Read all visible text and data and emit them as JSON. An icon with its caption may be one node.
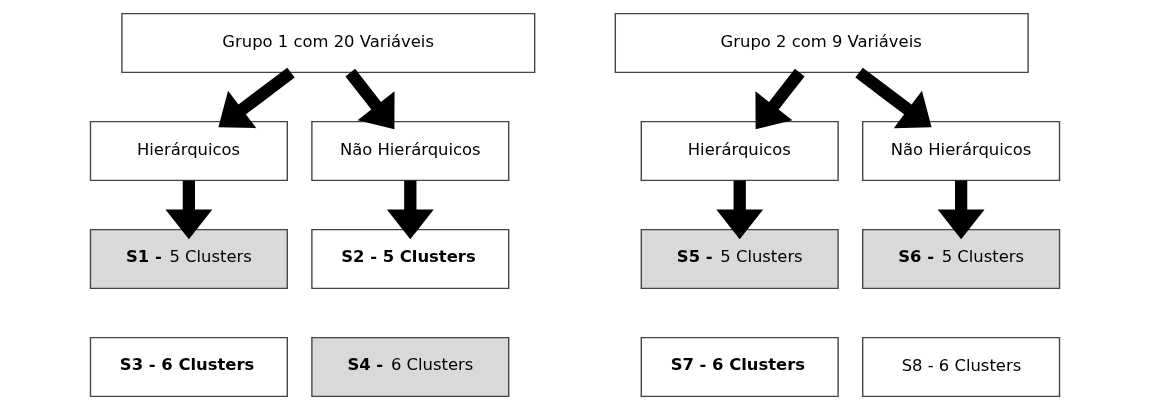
{
  "diagram": {
    "nodes": [
      {
        "text": [
          "Grupo 1 com 20 Variáveis"
        ]
      },
      {
        "text": [
          "Hierárquicos"
        ]
      },
      {
        "text": [
          "Não Hierárquicos"
        ]
      },
      {
        "text": [
          "**S1 -** 5 Clusters"
        ]
      },
      {
        "text": [
          "**S3 - 6 Clusters**"
        ]
      },
      {
        "text": [
          "**S2 - 5 Clusters**"
        ]
      },
      {
        "text": [
          "**S4 -** 6 Clusters"
        ]
      },
      {
        "text": [
          "Grupo 2 com 9 Variáveis"
        ]
      },
      {
        "text": [
          "Hierárquicos"
        ]
      },
      {
        "text": [
          "Não Hierárquicos"
        ]
      },
      {
        "text": [
          "**S5 -** 5 Clusters"
        ]
      },
      {
        "text": [
          "**S7 - 6 Clusters**"
        ]
      },
      {
        "text": [
          "**S6 -** 5 Clusters"
        ]
      },
      {
        "text": [
          "S8 - 6 Clusters"
        ]
      }
    ],
    "edges": [
      {
        "from": 0,
        "to": 1,
        "arrow": "to"
      },
      {
        "from": 0,
        "to": 2,
        "arrow": "to"
      },
      {
        "from": 1,
        "to": 3,
        "arrow": "to"
      },
      {
        "from": 2,
        "to": 5,
        "arrow": "to"
      },
      {
        "from": 7,
        "to": 8,
        "arrow": "to"
      },
      {
        "from": 7,
        "to": 9,
        "arrow": "to"
      },
      {
        "from": 8,
        "to": 10,
        "arrow": "to"
      },
      {
        "from": 9,
        "to": 12,
        "arrow": "to"
      }
    ]
  }
}
